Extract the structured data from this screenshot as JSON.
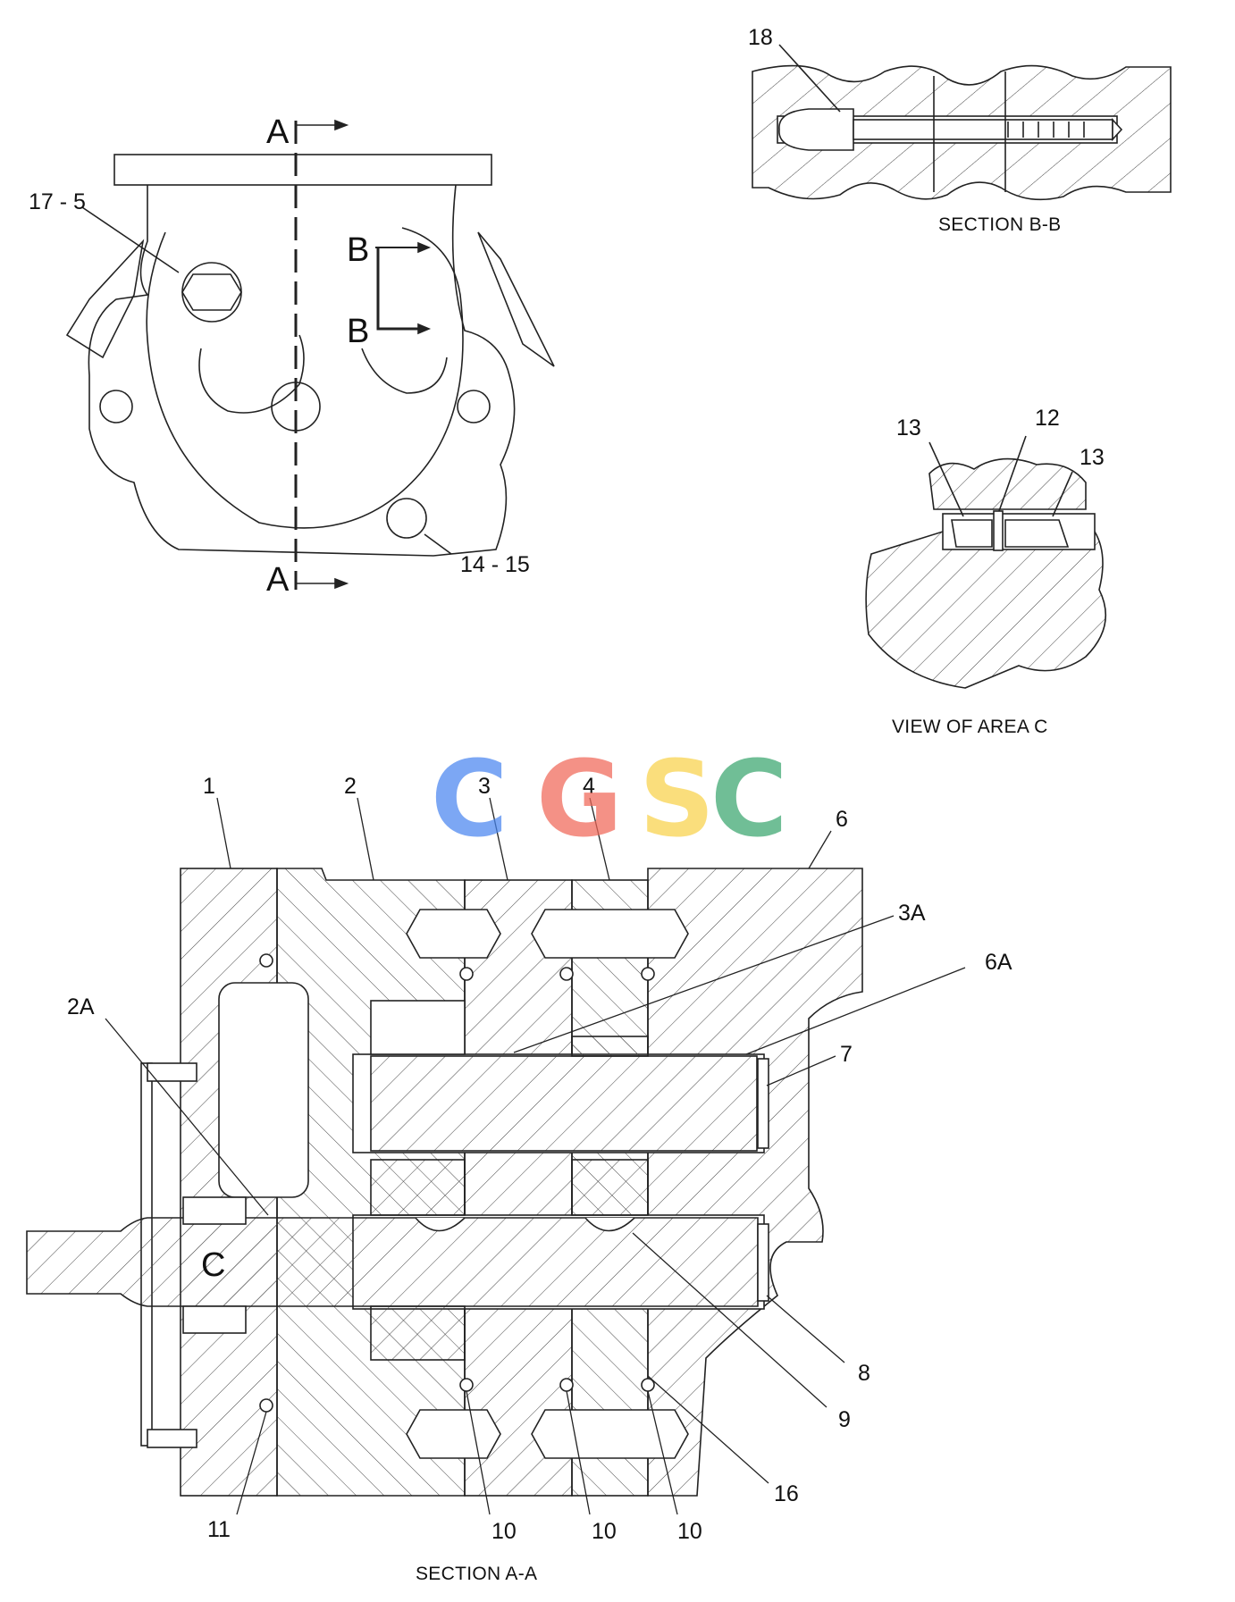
{
  "watermark": {
    "letters": [
      "C",
      "G",
      "S",
      "C"
    ],
    "colors": [
      "#4a86f0",
      "#f06858",
      "#f9d24a",
      "#3aa66e"
    ]
  },
  "top_view": {
    "section_marks": {
      "A_top": "A",
      "A_bottom": "A",
      "B_top": "B",
      "B_bottom": "B"
    },
    "labels": {
      "p17_5": "17 - 5",
      "p14_15": "14 - 15"
    }
  },
  "section_bb": {
    "caption": "SECTION B-B",
    "labels": {
      "p18": "18"
    }
  },
  "view_c": {
    "caption": "VIEW OF AREA C",
    "labels": {
      "p13_left": "13",
      "p12": "12",
      "p13_right": "13"
    }
  },
  "section_aa": {
    "caption": "SECTION A-A",
    "area_letter": "C",
    "labels": {
      "p1": "1",
      "p2": "2",
      "p3": "3",
      "p4": "4",
      "p6": "6",
      "p3A": "3A",
      "p6A": "6A",
      "p7": "7",
      "p2A": "2A",
      "p8": "8",
      "p9": "9",
      "p16": "16",
      "p11": "11",
      "p10a": "10",
      "p10b": "10",
      "p10c": "10"
    }
  }
}
